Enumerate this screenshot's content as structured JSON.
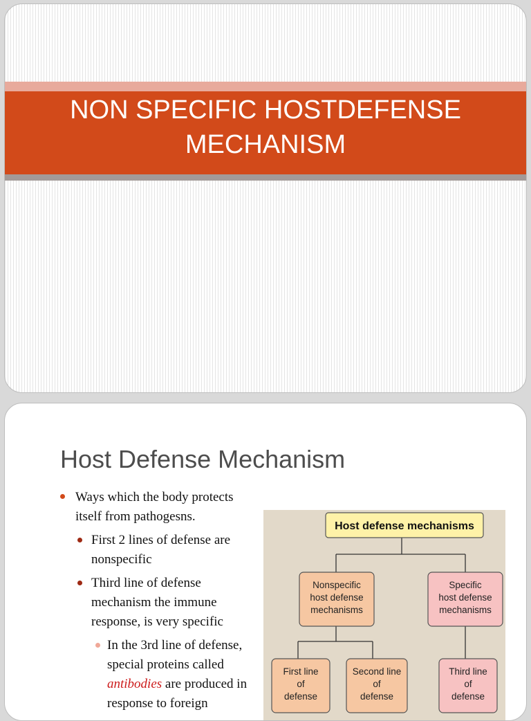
{
  "slide1": {
    "title_line1": "NON SPECIFIC HOSTDEFENSE",
    "title_line2": "MECHANISM"
  },
  "slide2": {
    "title": "Host Defense Mechanism",
    "bullets": {
      "b1_line1": "Ways which the body protects",
      "b1_line2": "itself from pathogesns.",
      "b2_line1": "First 2 lines of defense are",
      "b2_line2": "nonspecific",
      "b3_line1": "Third line of defense",
      "b3_line2": "mechanism the immune",
      "b3_line3": "response, is very specific",
      "b4_line1": "In the 3rd line of defense,",
      "b4_line2": "special proteins called",
      "b4_em": "antibodies",
      "b4_line3_rest": " are produced in",
      "b4_line4": "response to foreign"
    },
    "figure": {
      "top": "Host defense mechanisms",
      "nonspecific": [
        "Nonspecific",
        "host defense",
        "mechanisms"
      ],
      "specific": [
        "Specific",
        "host defense",
        "mechanisms"
      ],
      "first": [
        "First line",
        "of",
        "defense"
      ],
      "second": [
        "Second line",
        "of",
        "defense"
      ],
      "third": [
        "Third line",
        "of",
        "defense"
      ]
    }
  },
  "colors": {
    "accent": "#d24a1a",
    "figure_bg": "#e2d9c9",
    "box_orange": "#f6c7a2",
    "box_pink": "#f7c2c2",
    "box_yellow": "#fff2a8"
  }
}
